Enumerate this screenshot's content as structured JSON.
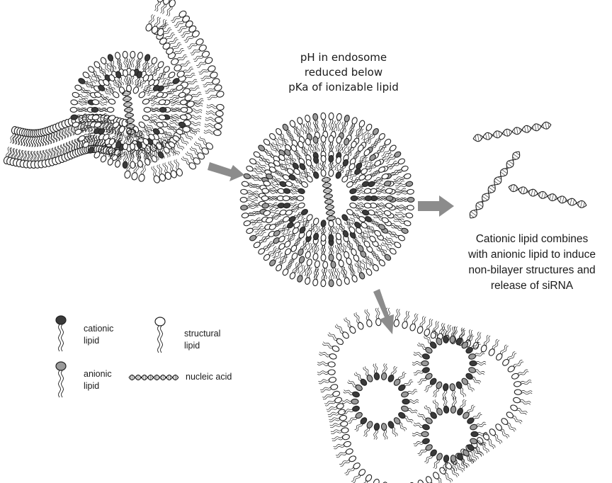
{
  "caption_endosome": [
    "pH in endosome",
    "reduced below",
    "pKa of ionizable lipid"
  ],
  "caption_release": [
    "Cationic lipid combines",
    "with anionic lipid to induce",
    "non-bilayer structures and",
    "release of siRNA"
  ],
  "legend": {
    "cationic": [
      "cationic",
      "lipid"
    ],
    "anionic": [
      "anionic",
      "lipid"
    ],
    "structural": [
      "structural",
      "lipid"
    ],
    "nucleic": [
      "nucleic acid"
    ]
  },
  "colors": {
    "cationic": "#3a3a3a",
    "anionic": "#9a9a9a",
    "structural": "#ffffff",
    "outline": "#222222",
    "arrow": "#8c8c8c"
  }
}
